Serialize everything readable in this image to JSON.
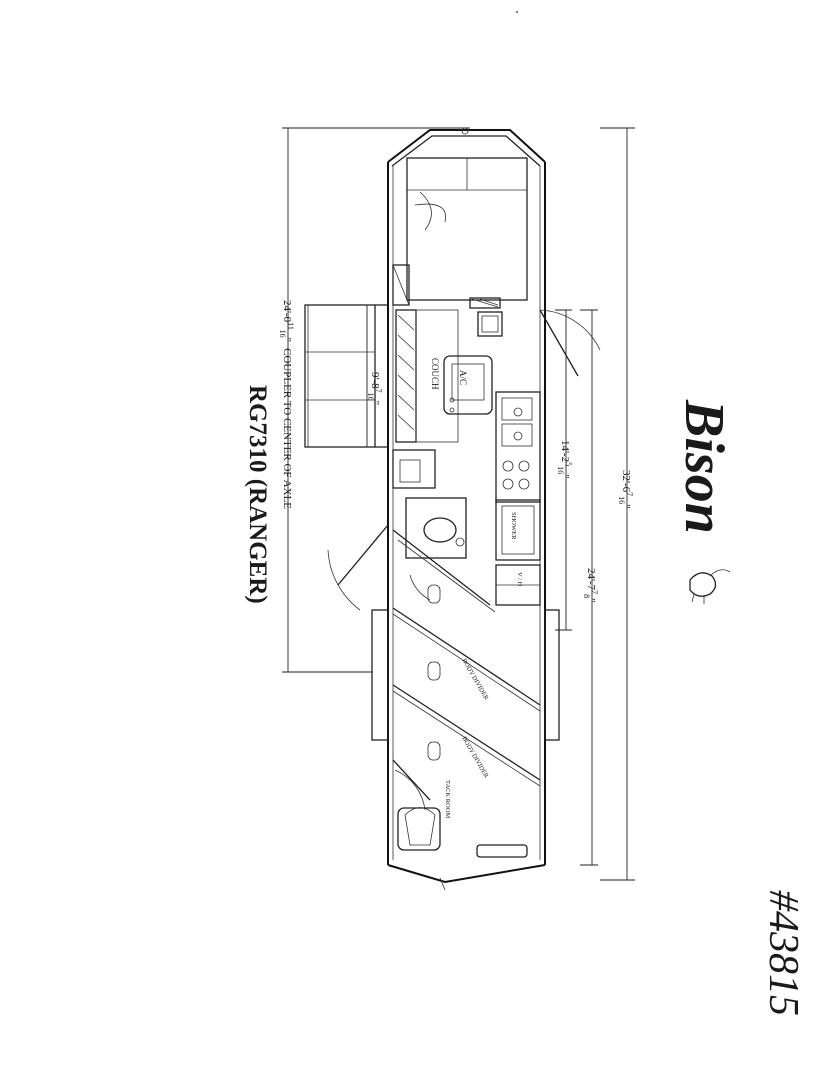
{
  "model_title": "RG7310 (RANGER)",
  "brand": "Bison",
  "stock_number": "#43815",
  "room_labels": {
    "couch": "COUCH",
    "ac": "A/C",
    "body_divider_1": "BODY DIVIDER",
    "body_divider_2": "BODY DIVIDER",
    "tack_room": "TACK ROOM",
    "shower": "SHOWER",
    "vh": "V / H"
  },
  "dimensions": {
    "overall_length": {
      "whole": "32'-6",
      "num": "7",
      "den": "16",
      "unit": "\""
    },
    "living_quarters_length": {
      "whole": "24'-7",
      "num": "7",
      "den": "8",
      "unit": "\""
    },
    "side_wall": {
      "whole": "14'-2",
      "num": "5",
      "den": "16",
      "unit": "\""
    },
    "slide_out": {
      "whole": "9'-8",
      "num": "7",
      "den": "16",
      "unit": "\""
    },
    "coupler_to_axle": {
      "whole": "24'-0",
      "num": "11",
      "den": "16",
      "unit": "\"",
      "suffix": "COUPLER TO CENTER OF AXLE"
    }
  }
}
